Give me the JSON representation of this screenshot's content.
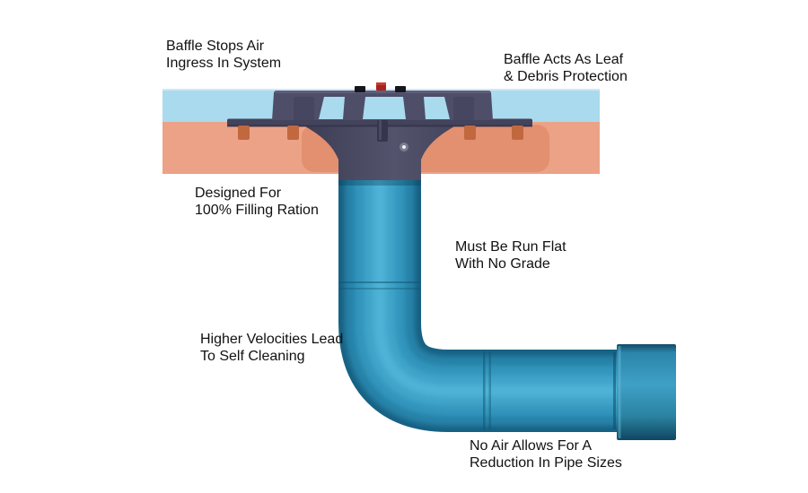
{
  "figure": {
    "description_visible_text_only": true
  },
  "annotations": [
    {
      "line1": "Baffle Stops Air",
      "line2": "Ingress In System"
    },
    {
      "line1": "Baffle Acts As Leaf",
      "line2": "& Debris Protection"
    },
    {
      "line1": "Designed For",
      "line2": "100% Filling Ration"
    },
    {
      "line1": "Must Be Run Flat",
      "line2": "With No Grade"
    },
    {
      "line1": "Higher Velocities Lead",
      "line2": "To Self Cleaning"
    },
    {
      "line1": "No Air Allows For A",
      "line2": "Reduction In Pipe Sizes"
    }
  ],
  "colors": {
    "background": "#ffffff",
    "roof_water": "#aadaee",
    "roof_deck": "#eca287",
    "deck_shadow": "#e39070",
    "drain_body": "#4e4e68",
    "drain_flange": "#43435c",
    "fastener_tab": "#c2683f",
    "cap_red": "#a8231f",
    "pipe_mid": "#2f8cb2",
    "pipe_light": "#4db2d6",
    "pipe_dark": "#176184",
    "text": "#111111"
  }
}
